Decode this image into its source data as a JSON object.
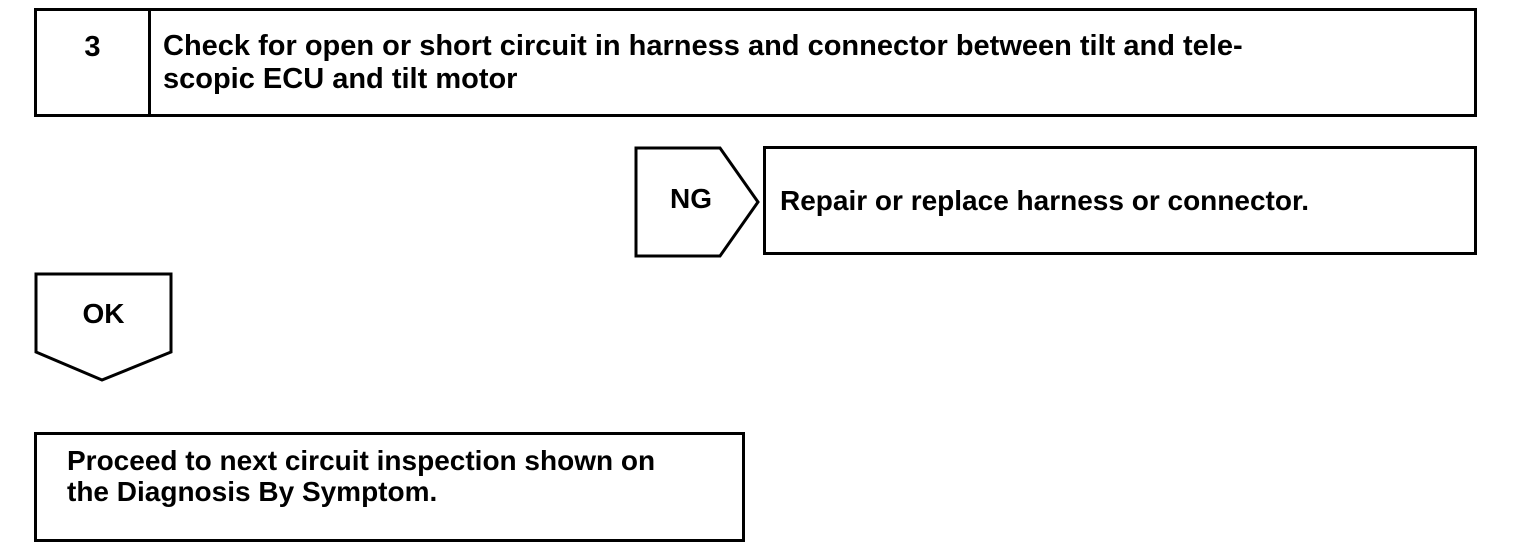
{
  "step": {
    "number": "3",
    "title_lines": [
      "Check for open or short circuit in harness and connector between tilt and tele-",
      "scopic ECU and tilt motor"
    ]
  },
  "ng_branch": {
    "label": "NG",
    "result": "Repair or replace harness or connector."
  },
  "ok_branch": {
    "label": "OK",
    "result_lines": [
      "Proceed to next circuit inspection shown on",
      "the Diagnosis By Symptom."
    ]
  }
}
